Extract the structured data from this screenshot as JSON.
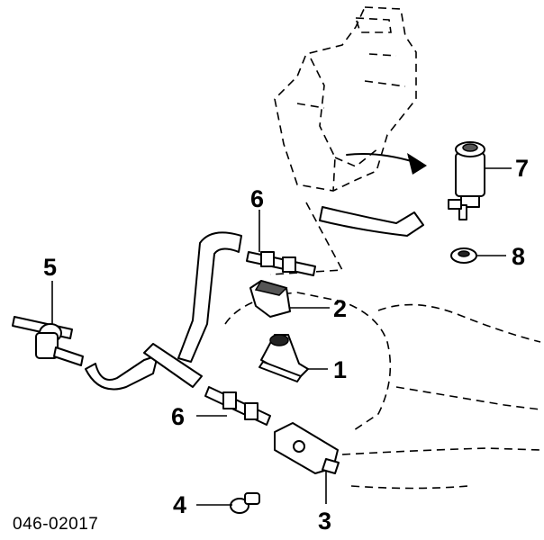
{
  "diagram": {
    "code": "046-02017",
    "callouts": {
      "c1": "1",
      "c2": "2",
      "c3": "3",
      "c4": "4",
      "c5": "5",
      "c6a": "6",
      "c6b": "6",
      "c7": "7",
      "c8": "8"
    }
  }
}
